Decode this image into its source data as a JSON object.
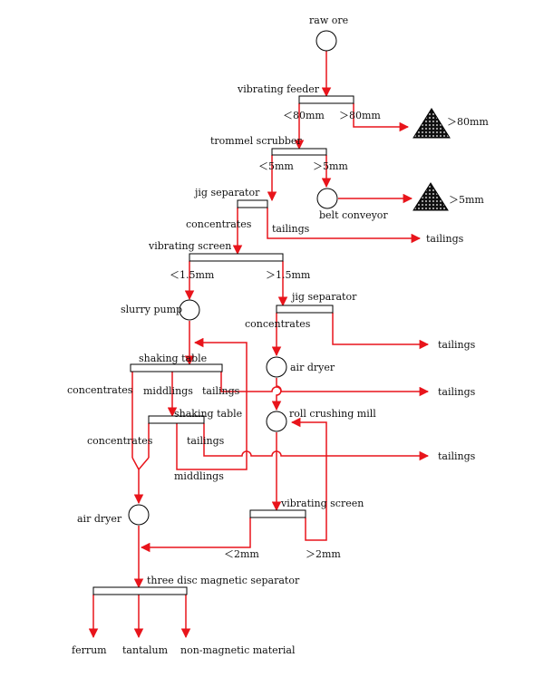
{
  "colors": {
    "flow": "#e8141b",
    "outline": "#000000",
    "background": "#ffffff"
  },
  "labels": {
    "raw_ore": "raw ore",
    "vibrating_feeder": "vibrating feeder",
    "lt80": "＜80mm",
    "gt80": "＞80mm",
    "pile80": "＞80mm",
    "trommel_scrubber": "trommel scrubber",
    "lt5": "＜5mm",
    "gt5": "＞5mm",
    "pile5": "＞5mm",
    "jig_separator_1": "jig separator",
    "belt_conveyor": "belt conveyor",
    "concentrates_1": "concentrates",
    "tailings_1": "tailings",
    "tailings_out_1": "tailings",
    "vibrating_screen_1": "vibrating screen",
    "lt1_5": "＜1.5mm",
    "gt1_5": "＞1.5mm",
    "slurry_pump": "slurry pump",
    "jig_separator_2": "jig separator",
    "concentrates_2": "concentrates",
    "tailings_out_2": "tailings",
    "shaking_table_1": "shaking table",
    "air_dryer_1": "air dryer",
    "concentrates_3": "concentrates",
    "middlings_1": "middlings",
    "tailings_3": "tailings",
    "tailings_out_3": "tailings",
    "shaking_table_2": "shaking table",
    "roll_crushing_mill": "roll crushing mill",
    "concentrates_4": "concentrates",
    "tailings_4": "tailings",
    "tailings_out_4": "tailings",
    "middlings_2": "middlings",
    "air_dryer_2": "air dryer",
    "vibrating_screen_2": "vibrating screen",
    "lt2": "＜2mm",
    "gt2": "＞2mm",
    "three_disc": "three disc magnetic separator",
    "ferrum": "ferrum",
    "tantalum": "tantalum",
    "non_magnetic": "non-magnetic material"
  }
}
